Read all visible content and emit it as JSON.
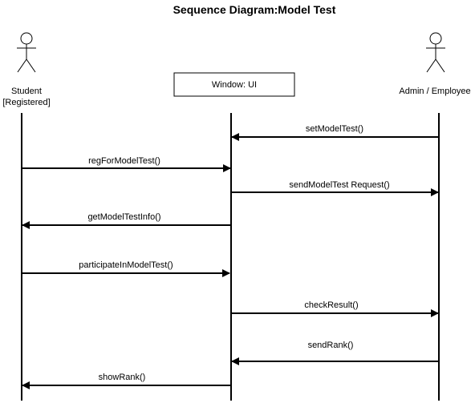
{
  "title": "Sequence Diagram:Model Test",
  "participants": {
    "student": {
      "line1": "Student",
      "line2": "[Registered]"
    },
    "window": {
      "label": "Window:  UI"
    },
    "admin": {
      "label": "Admin / Employee"
    }
  },
  "messages": [
    {
      "label": "setModelTest()",
      "from": "admin",
      "to": "window"
    },
    {
      "label": "regForModelTest()",
      "from": "student",
      "to": "window"
    },
    {
      "label": "sendModelTest Request()",
      "from": "window",
      "to": "admin"
    },
    {
      "label": "getModelTestInfo()",
      "from": "window",
      "to": "student"
    },
    {
      "label": "participateInModelTest()",
      "from": "student",
      "to": "window"
    },
    {
      "label": "checkResult()",
      "from": "window",
      "to": "admin"
    },
    {
      "label": "sendRank()",
      "from": "admin",
      "to": "window"
    },
    {
      "label": "showRank()",
      "from": "window",
      "to": "student"
    }
  ]
}
